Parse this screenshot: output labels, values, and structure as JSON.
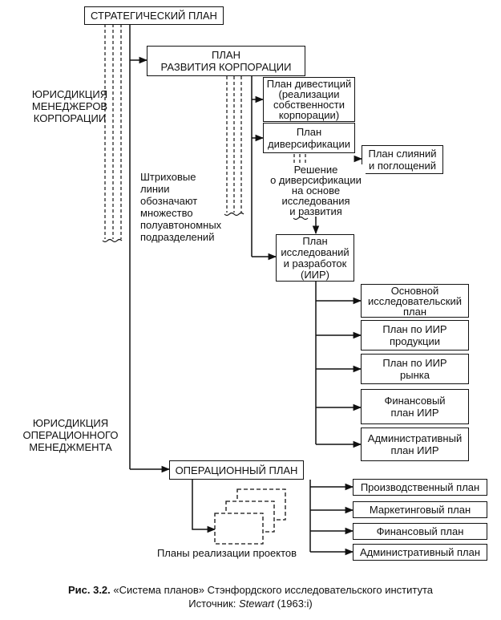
{
  "boxes": {
    "strategic": "СТРАТЕГИЧЕСКИЙ ПЛАН",
    "corp_dev": [
      "ПЛАН",
      "РАЗВИТИЯ КОРПОРАЦИИ"
    ],
    "divestment": [
      "План дивестиций",
      "(реализации",
      "собственности",
      "корпорации)"
    ],
    "diversification": [
      "План",
      "диверсификации"
    ],
    "mergers": [
      "План слияний",
      "и поглощений"
    ],
    "rnd": [
      "План",
      "исследований",
      "и разработок",
      "(ИИР)"
    ],
    "basic_research": [
      "Основной",
      "исследовательский",
      "план"
    ],
    "product_rnd": [
      "План по ИИР",
      "продукции"
    ],
    "market_rnd": [
      "План по ИИР",
      "рынка"
    ],
    "financial_rnd": [
      "Финансовый",
      "план ИИР"
    ],
    "admin_rnd": [
      "Административный",
      "план ИИР"
    ],
    "operational": "ОПЕРАЦИОННЫЙ ПЛАН",
    "production": "Производственный план",
    "marketing": "Маркетинговый план",
    "financial": "Финансовый план",
    "administrative": "Административный план"
  },
  "labels": {
    "corp_jurisdiction": [
      "ЮРИСДИКЦИЯ",
      "МЕНЕДЖЕРОВ",
      "КОРПОРАЦИИ"
    ],
    "ops_jurisdiction": [
      "ЮРИСДИКЦИЯ",
      "ОПЕРАЦИОННОГО",
      "МЕНЕДЖМЕНТА"
    ],
    "dashed_note": [
      "Штриховые",
      "линии",
      "обозначают",
      "множество",
      "полуавтономных",
      "подразделений"
    ],
    "decision": [
      "Решение",
      "о диверсификации",
      "на основе",
      "исследования",
      "и развития"
    ],
    "projects": "Планы реализации проектов"
  },
  "caption": {
    "figure": "Рис. 3.2.",
    "title": "«Система планов» Стэнфордского исследовательского института",
    "source_prefix": "Источник:",
    "source_author": "Stewart",
    "source_ref": "(1963:i)"
  }
}
